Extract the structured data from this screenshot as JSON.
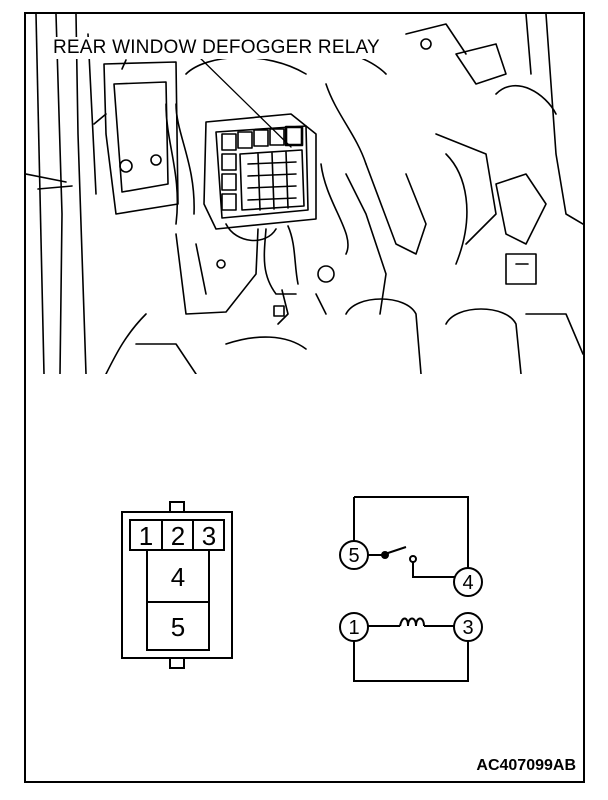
{
  "callout": {
    "label": "REAR WINDOW DEFOGGER RELAY"
  },
  "connector": {
    "pins_top": [
      "1",
      "2",
      "3"
    ],
    "pin_mid": "4",
    "pin_bottom": "5"
  },
  "circuit": {
    "terminals": [
      "5",
      "4",
      "1",
      "3"
    ]
  },
  "figure_id": "AC407099AB"
}
